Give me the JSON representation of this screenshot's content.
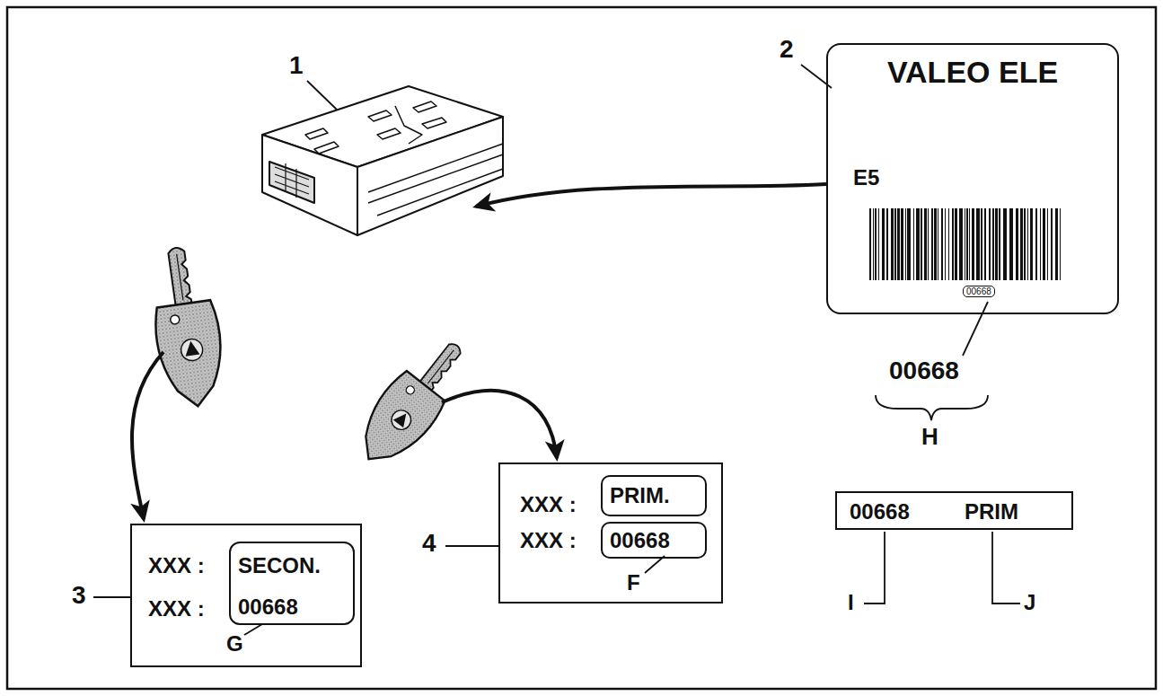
{
  "diagram": {
    "nodes": [
      {
        "text": [
          "VALEO ELE",
          "E5",
          "00668"
        ]
      },
      {
        "text": [
          "XXX :",
          "XXX :"
        ]
      },
      {
        "text": [
          "SECON.",
          "00668"
        ],
        "in": 1
      },
      {
        "text": [
          "XXX :",
          "XXX :"
        ]
      },
      {
        "text": [
          "PRIM."
        ],
        "in": 3
      },
      {
        "text": [
          "00668"
        ],
        "in": 3
      },
      {
        "text": [
          "00668",
          "PRIM"
        ]
      }
    ],
    "labels": [
      "1",
      "2",
      "3",
      "4",
      "00668",
      "H",
      "F",
      "G",
      "I",
      "J"
    ]
  }
}
